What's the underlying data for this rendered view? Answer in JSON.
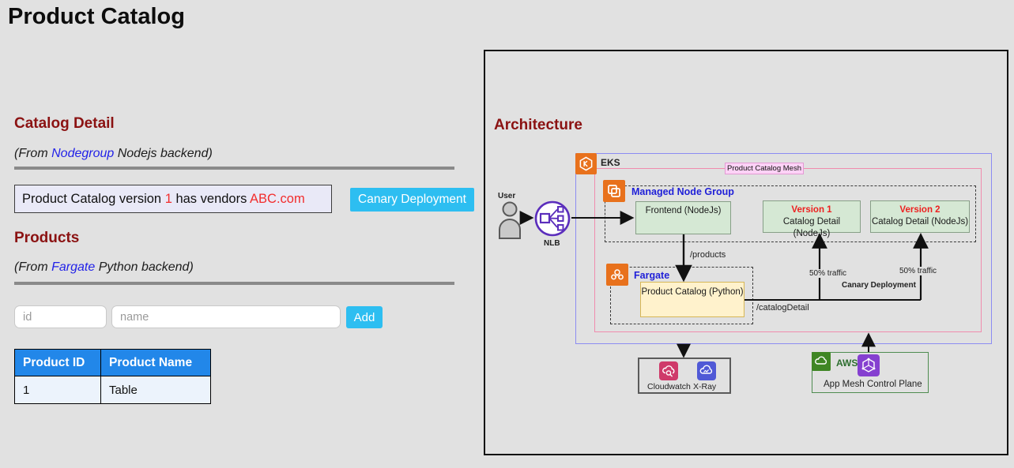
{
  "page": {
    "title": "Product Catalog"
  },
  "colors": {
    "accent_cyan": "#2dbef1",
    "table_header_blue": "#2287e9",
    "heading_maroon": "#8b1212",
    "link_blue": "#2222e8",
    "alert_red": "#f22c2c",
    "eks_border_blue": "#8c8cf2",
    "mesh_border_pink": "#f08cae",
    "mesh_badge_pink": "#fdd2f6",
    "node_green": "#d5e8d4",
    "node_yellow": "#fff2cc",
    "aws_orange": "#e8711c",
    "cloudwatch_pink": "#cf3a6a",
    "xray_indigo": "#5059d6",
    "aws_green": "#3f8624",
    "appmesh_purple": "#8540d0",
    "nlb_purple": "#5b2ebc"
  },
  "catalog_detail": {
    "heading": "Catalog Detail",
    "subtitle_prefix": "(From ",
    "subtitle_link": "Nodegroup",
    "subtitle_suffix": " Nodejs backend)",
    "version_text_1": "Product Catalog version ",
    "version_number": "1",
    "version_text_2": " has vendors ",
    "vendor": "ABC.com",
    "canary_button": "Canary Deployment"
  },
  "products": {
    "heading": "Products",
    "subtitle_prefix": "(From ",
    "subtitle_link": "Fargate",
    "subtitle_suffix": " Python backend)",
    "id_placeholder": "id",
    "name_placeholder": "name",
    "add_button": "Add",
    "table": {
      "headers": [
        "Product ID",
        "Product Name"
      ],
      "rows": [
        [
          "1",
          "Table"
        ]
      ]
    }
  },
  "architecture": {
    "heading": "Architecture",
    "user_label": "User",
    "nlb_label": "NLB",
    "eks_label": "EKS",
    "mesh_label": "Product Catalog Mesh",
    "mng_label": "Managed Node Group",
    "frontend_label": "Frontend (NodeJs)",
    "v1_title": "Version 1",
    "v1_sub": "Catalog Detail (NodeJs)",
    "v2_title": "Version 2",
    "v2_sub": "Catalog Detail (NodeJs)",
    "products_route": "/products",
    "fargate_label": "Fargate",
    "python_label": "Product Catalog (Python)",
    "catalog_route": "/catalogDetail",
    "traffic_left": "50% traffic",
    "traffic_right": "50% traffic",
    "canary_label": "Canary Deployment",
    "cloudwatch_label": "Cloudwatch",
    "xray_label": "X-Ray",
    "aws_label": "AWS",
    "appmesh_label": "App Mesh Control Plane",
    "icons": [
      "user-icon",
      "nlb-icon",
      "eks-icon",
      "managed-node-group-icon",
      "fargate-icon",
      "cloudwatch-icon",
      "xray-icon",
      "aws-cloud-icon",
      "appmesh-icon"
    ]
  }
}
